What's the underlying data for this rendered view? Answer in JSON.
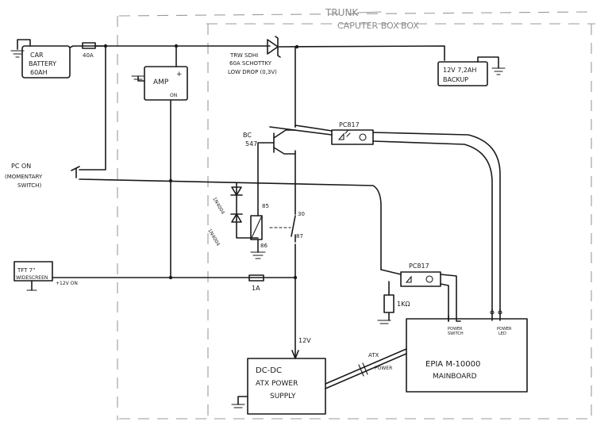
{
  "labels": {
    "trunk": "TRUNK",
    "computer_box": "CAPUTER BOX",
    "car_battery_l1": "CAR",
    "car_battery_l2": "BATTERY",
    "car_battery_l3": "60AH",
    "fuse_40a": "40A",
    "amp": "AMP",
    "amp_plus": "+",
    "amp_on": "ON",
    "diode_l1": "TRW SDHI",
    "diode_l2": "60A SCHOTTKY",
    "diode_l3": "LOW DROP (0,3V)",
    "backup_l1": "12V 7,2AH",
    "backup_l2": "BACKUP",
    "pc817_top": "PC817",
    "bc547_l1": "BC",
    "bc547_l2": "547",
    "pc_on_l1": "PC ON",
    "pc_on_l2": "(MOMENTARY",
    "pc_on_l3": "SWITCH)",
    "diode1": "1N4004",
    "diode2": "1N4004",
    "relay_85": "85",
    "relay_86": "86",
    "relay_30": "30",
    "relay_87": "87",
    "tft_l1": "TFT 7\"",
    "tft_l2": "WIDESCREEN",
    "tft_12v": "+12V ON",
    "fuse_1a": "1A",
    "pc817_bottom": "PC817",
    "resistor": "1KΩ",
    "label_12v": "12V",
    "atx": "ATX",
    "power": "POWER",
    "dcdc_l1": "DC-DC",
    "dcdc_l2": "ATX POWER",
    "dcdc_l3": "SUPPLY",
    "epia_l1": "EPIA M-10000",
    "epia_l2": "MAINBOARD",
    "power_switch_l1": "POWER",
    "power_switch_l2": "SWITCH",
    "power_led_l1": "POWER",
    "power_led_l2": "LED"
  }
}
